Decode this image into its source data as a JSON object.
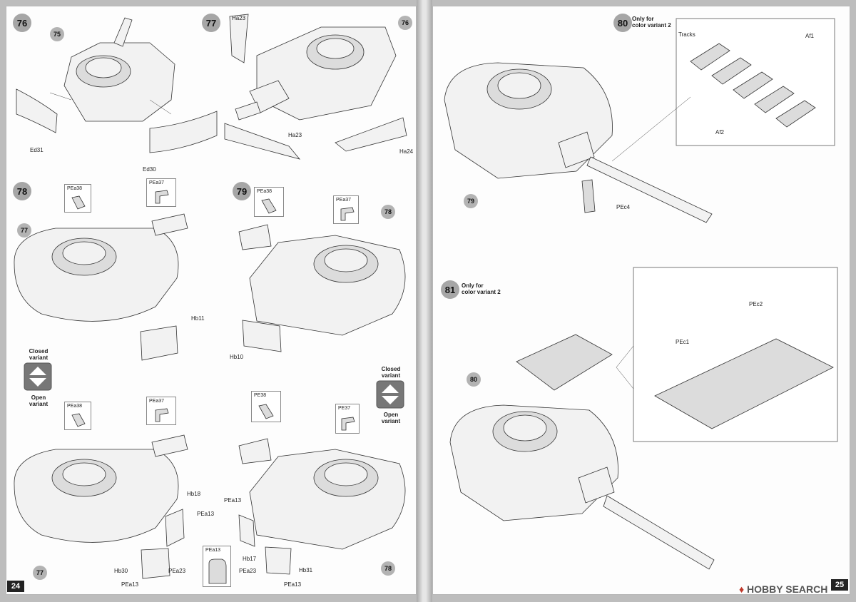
{
  "pages": {
    "left_number": "24",
    "right_number": "25"
  },
  "steps": {
    "s76": "76",
    "s77": "77",
    "s78": "78",
    "s79": "79",
    "s80": "80",
    "s81": "81"
  },
  "refs": {
    "r75": "75",
    "r76": "76",
    "r77a": "77",
    "r78a": "78",
    "r77b": "77",
    "r78b": "78",
    "r79": "79",
    "r80": "80"
  },
  "parts": {
    "ed31": "Ed31",
    "ed30": "Ed30",
    "ha23a": "Ha23",
    "ha23b": "Ha23",
    "ha24": "Ha24",
    "hb11": "Hb11",
    "hb10": "Hb10",
    "hb18": "Hb18",
    "hb30": "Hb30",
    "hb17": "Hb17",
    "hb31": "Hb31",
    "pea13a": "PEa13",
    "pea13b": "PEa13",
    "pea13c": "PEa13",
    "pea13d": "PEa13",
    "pea23a": "PEa23",
    "pea23b": "PEa23",
    "tracks": "Tracks",
    "af1": "Af1",
    "af2": "Af2",
    "pec4": "PEc4",
    "pec2": "PEc2",
    "pec1": "PEc1"
  },
  "callouts": {
    "pea38_1": "PEa38",
    "pea37_1": "PEa37",
    "pea38_2": "PEa38",
    "pea37_2": "PEa37",
    "pea38_3": "PEa38",
    "pea37_3": "PEa37",
    "pe38": "PE38",
    "pe37": "PE37",
    "pea13_box": "PEa13"
  },
  "variants": {
    "left_closed": "Closed\nvariant",
    "left_open": "Open\nvariant",
    "right_closed": "Closed\nvariant",
    "right_open": "Open\nvariant"
  },
  "notes": {
    "n80": "Only for\ncolor variant 2",
    "n81": "Only for\ncolor variant 2"
  },
  "watermark": {
    "brand": "HOBBY SEARCH",
    "mark": "♦"
  }
}
